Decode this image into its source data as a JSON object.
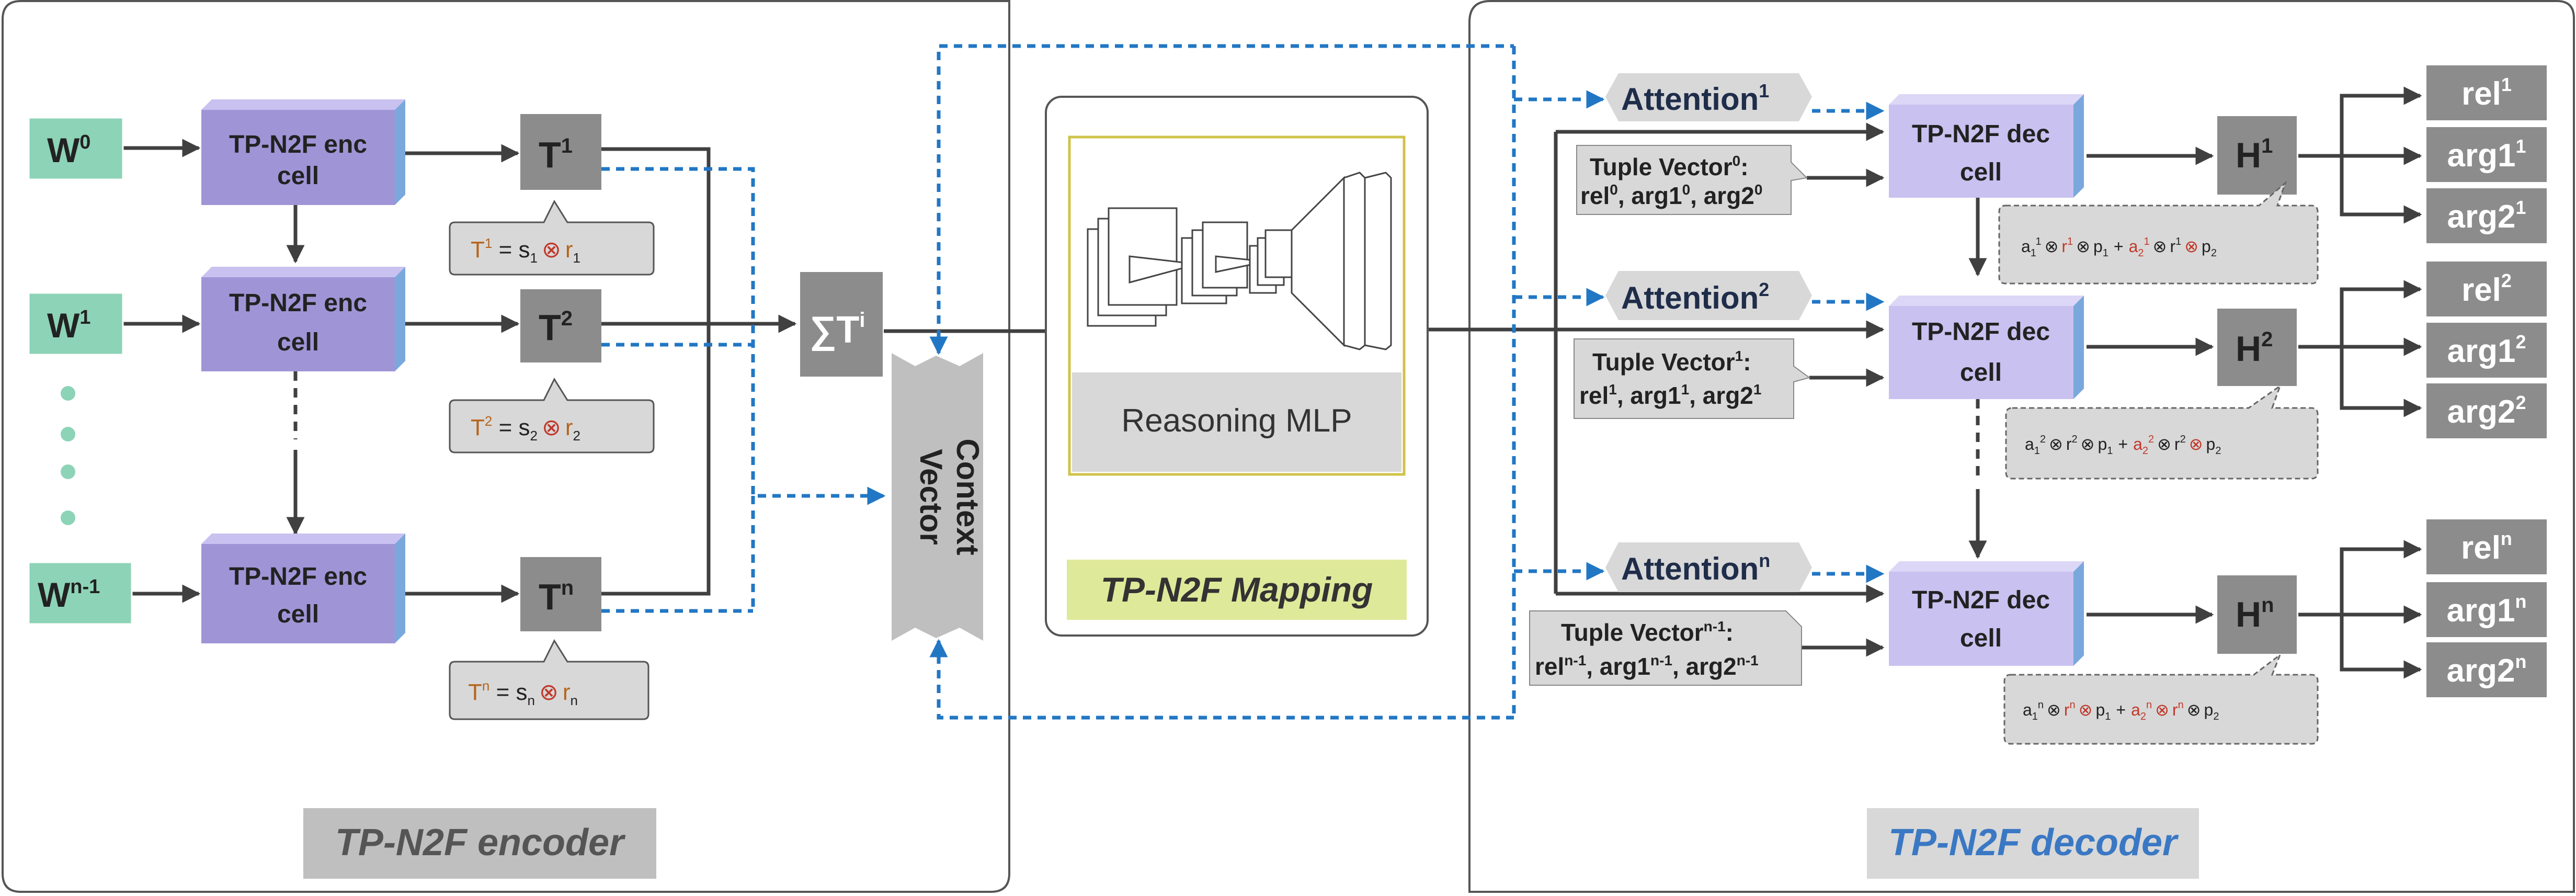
{
  "encoder": {
    "title": "TP-N2F encoder",
    "inputs": {
      "w0": {
        "base": "W",
        "sup": "0"
      },
      "w1": {
        "base": "W",
        "sup": "1"
      },
      "wn": {
        "base": "W",
        "sup": "n-1"
      }
    },
    "cell_line1": "TP-N2F enc",
    "cell_line2": "cell",
    "t1": {
      "base": "T",
      "sup": "1"
    },
    "t2": {
      "base": "T",
      "sup": "2"
    },
    "tn": {
      "base": "T",
      "sup": "n"
    },
    "f1": {
      "lhs": "T",
      "lhs_sup": "1",
      "eq": " = s",
      "sub1": "1",
      "otimes": "⊗",
      "r": "r",
      "sub2": "1"
    },
    "f2": {
      "lhs": "T",
      "lhs_sup": "2",
      "eq": " = s",
      "sub1": "2",
      "otimes": "⊗",
      "r": "r",
      "sub2": "2"
    },
    "fn": {
      "lhs": "T",
      "lhs_sup": "n",
      "eq": " = s",
      "sub1": "n",
      "otimes": "⊗",
      "r": "r",
      "sub2": "n"
    },
    "sum": {
      "sigma": "∑T",
      "sup": "i"
    }
  },
  "context": {
    "line1": "Context",
    "line2": "Vector"
  },
  "mapping": {
    "title": "TP-N2F Mapping",
    "mlp_label": "Reasoning MLP"
  },
  "decoder": {
    "title": "TP-N2F decoder",
    "attn": [
      {
        "base": "Attention",
        "sup": "1"
      },
      {
        "base": "Attention",
        "sup": "2"
      },
      {
        "base": "Attention",
        "sup": "n"
      }
    ],
    "cell_line1": "TP-N2F dec",
    "cell_line2": "cell",
    "tuples": [
      {
        "head": "Tuple Vector",
        "head_sup": "0",
        "rel": "rel",
        "arg1": "arg1",
        "arg2": "arg2",
        "sup": "0"
      },
      {
        "head": "Tuple Vector",
        "head_sup": "1",
        "rel": "rel",
        "arg1": "arg1",
        "arg2": "arg2",
        "sup": "1"
      },
      {
        "head": "Tuple Vector",
        "head_sup": "n-1",
        "rel": "rel",
        "arg1": "arg1",
        "arg2": "arg2",
        "sup": "n-1"
      }
    ],
    "h": [
      {
        "base": "H",
        "sup": "1"
      },
      {
        "base": "H",
        "sup": "2"
      },
      {
        "base": "H",
        "sup": "n"
      }
    ],
    "outputs": [
      [
        {
          "base": "rel",
          "sup": "1"
        },
        {
          "base": "arg1",
          "sup": "1"
        },
        {
          "base": "arg2",
          "sup": "1"
        }
      ],
      [
        {
          "base": "rel",
          "sup": "2"
        },
        {
          "base": "arg1",
          "sup": "2"
        },
        {
          "base": "arg2",
          "sup": "2"
        }
      ],
      [
        {
          "base": "rel",
          "sup": "n"
        },
        {
          "base": "arg1",
          "sup": "n"
        },
        {
          "base": "arg2",
          "sup": "n"
        }
      ]
    ],
    "formulas": [
      {
        "a1": "a",
        "a1_sub": "1",
        "a1_sup": "1",
        "r1": "r",
        "r1_sup": "1",
        "p1": "p",
        "p1_sub": "1",
        "plus": "+",
        "a2": "a",
        "a2_sub": "2",
        "a2_sup": "1",
        "r2": "r",
        "r2_sup": "1",
        "p2": "p",
        "p2_sub": "2",
        "otimes": "⊗"
      },
      {
        "a1": "a",
        "a1_sub": "1",
        "a1_sup": "2",
        "r1": "r",
        "r1_sup": "2",
        "p1": "p",
        "p1_sub": "1",
        "plus": "+",
        "a2": "a",
        "a2_sub": "2",
        "a2_sup": "2",
        "r2": "r",
        "r2_sup": "2",
        "p2": "p",
        "p2_sub": "2",
        "otimes": "⊗"
      },
      {
        "a1": "a",
        "a1_sub": "1",
        "a1_sup": "n",
        "r1": "r",
        "r1_sup": "n",
        "p1": "p",
        "p1_sub": "1",
        "plus": "+",
        "a2": "a",
        "a2_sub": "2",
        "a2_sup": "n",
        "r2": "r",
        "r2_sup": "n",
        "p2": "p",
        "p2_sub": "2",
        "otimes": "⊗"
      }
    ]
  },
  "colors": {
    "input_green": "#8dd3b7",
    "cell_purple": "#9f95d6",
    "cell_purple_light": "#c9c1f0",
    "cell_side_blue": "#7aa8dc",
    "dark_gray": "#8c8c8c",
    "light_gray": "#d8d8d8",
    "arrow_dark": "#404040",
    "dashed_blue": "#2277c4",
    "mapping_yellow": "#dfe99a",
    "decoder_title": "#3a78c4",
    "formula_red": "#c0392b",
    "formula_brown": "#b5651d"
  }
}
